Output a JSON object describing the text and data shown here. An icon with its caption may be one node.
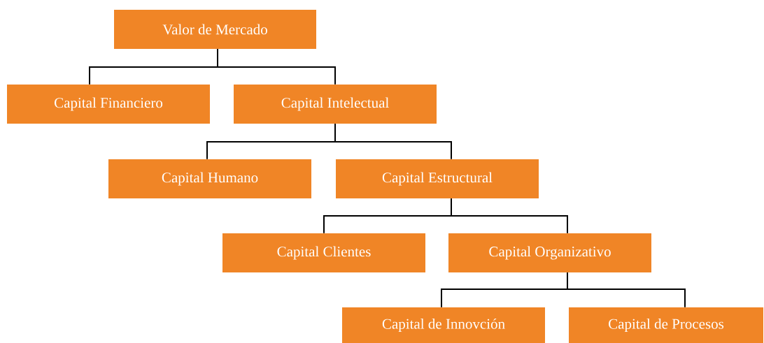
{
  "diagram": {
    "nodes": [
      {
        "text": [
          "Valor de Mercado"
        ]
      },
      {
        "text": [
          "Capital Financiero"
        ]
      },
      {
        "text": [
          "Capital Intelectual"
        ]
      },
      {
        "text": [
          "Capital Humano"
        ]
      },
      {
        "text": [
          "Capital Estructural"
        ]
      },
      {
        "text": [
          "Capital Clientes"
        ]
      },
      {
        "text": [
          "Capital Organizativo"
        ]
      },
      {
        "text": [
          "Capital de Innovción"
        ]
      },
      {
        "text": [
          "Capital de Procesos"
        ]
      }
    ],
    "edges": [
      {
        "from": 0,
        "to": 1,
        "arrow": "none"
      },
      {
        "from": 0,
        "to": 2,
        "arrow": "none"
      },
      {
        "from": 2,
        "to": 3,
        "arrow": "none"
      },
      {
        "from": 2,
        "to": 4,
        "arrow": "none"
      },
      {
        "from": 4,
        "to": 5,
        "arrow": "none"
      },
      {
        "from": 4,
        "to": 6,
        "arrow": "none"
      },
      {
        "from": 6,
        "to": 7,
        "arrow": "none"
      },
      {
        "from": 6,
        "to": 8,
        "arrow": "none"
      }
    ]
  }
}
